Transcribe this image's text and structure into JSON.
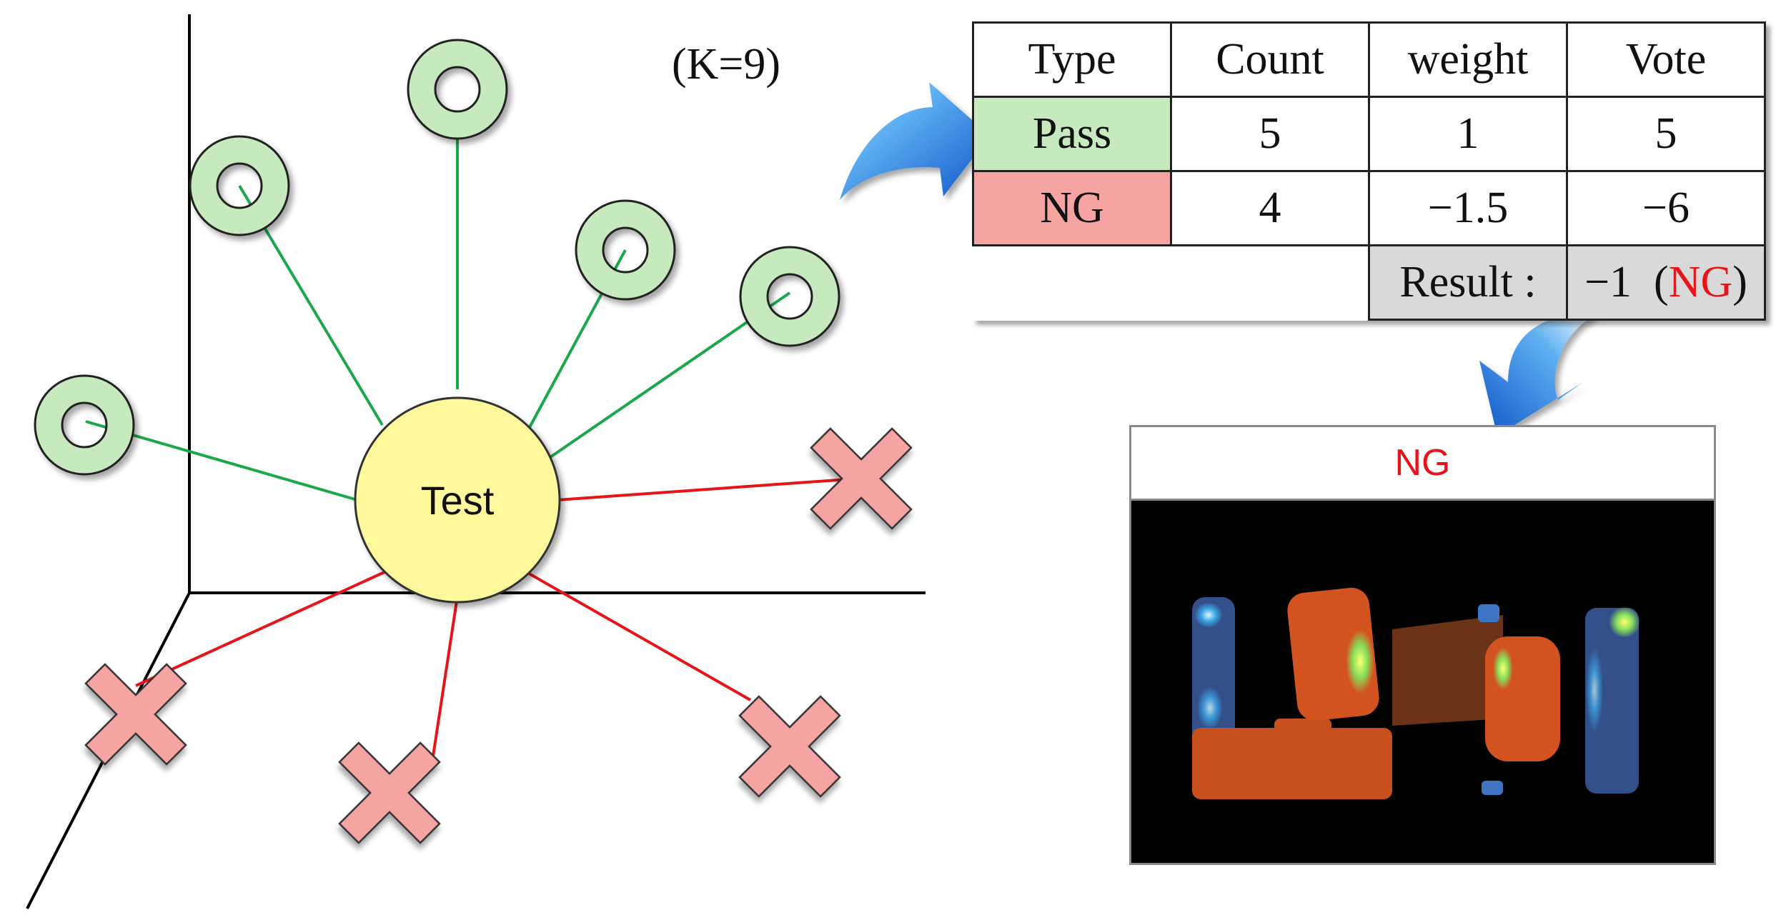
{
  "diagram": {
    "k_label": "(K=9)",
    "test_label": "Test",
    "neighbors": [
      {
        "kind": "pass",
        "icon": "ring-icon"
      },
      {
        "kind": "pass",
        "icon": "ring-icon"
      },
      {
        "kind": "pass",
        "icon": "ring-icon"
      },
      {
        "kind": "pass",
        "icon": "ring-icon"
      },
      {
        "kind": "pass",
        "icon": "ring-icon"
      },
      {
        "kind": "ng",
        "icon": "cross-icon"
      },
      {
        "kind": "ng",
        "icon": "cross-icon"
      },
      {
        "kind": "ng",
        "icon": "cross-icon"
      },
      {
        "kind": "ng",
        "icon": "cross-icon"
      }
    ],
    "colors": {
      "pass_fill": "#c6e9bd",
      "pass_link": "#1aa84a",
      "ng_fill": "#f6a4a2",
      "ng_link": "#e8141a",
      "test_fill": "#fdf89b",
      "arrow": "#1f6fd8"
    }
  },
  "table": {
    "headers": [
      "Type",
      "Count",
      "weight",
      "Vote"
    ],
    "rows": [
      {
        "type": "Pass",
        "count": "5",
        "weight": "1",
        "vote": "5"
      },
      {
        "type": "NG",
        "count": "4",
        "weight": "−1.5",
        "vote": "−6"
      }
    ],
    "result_label": "Result :",
    "result_value": "−1",
    "result_class": "NG"
  },
  "result_panel": {
    "title": "NG",
    "image": "x-ray-component-image"
  }
}
